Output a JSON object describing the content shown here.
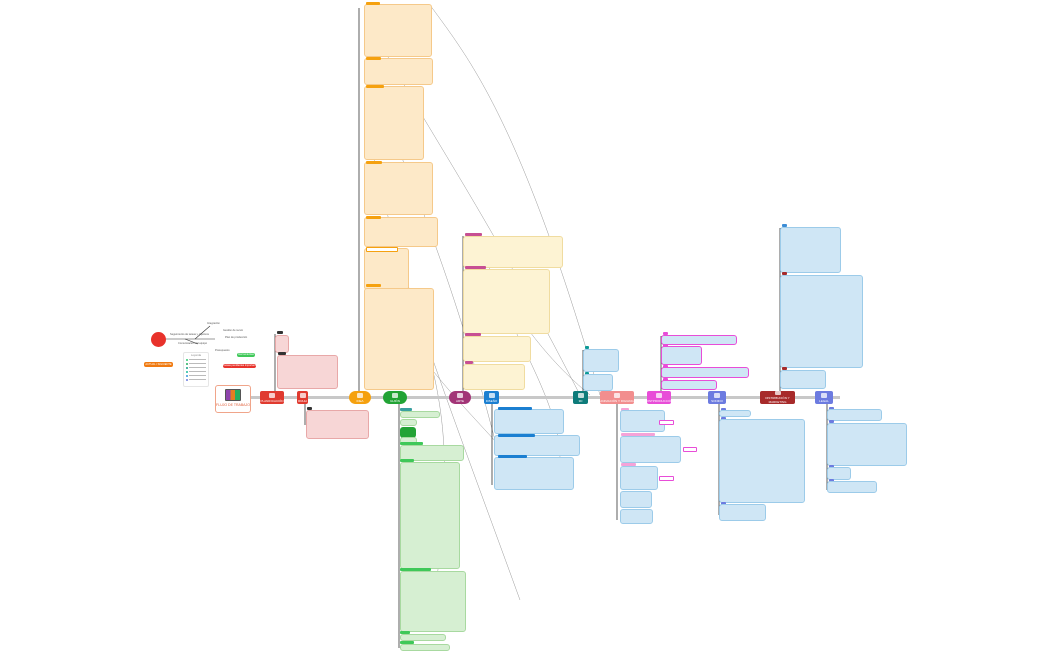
{
  "diagram": {
    "title": "FLUJO DE TRABAJO",
    "type": "mind-map",
    "root": {
      "label": "FLUJO DE TRABAJO",
      "icon": "laptop-icon"
    },
    "main_nodes": [
      {
        "label": "PLANIFICACIÓN",
        "color": "#e03a2f",
        "icon": "laptop-icon"
      },
      {
        "label": "RRHH",
        "color": "#e03a2f",
        "icon": "laptop-icon"
      },
      {
        "label": "IDEA",
        "color": "#f5a10f",
        "icon": "lightbulb-icon"
      },
      {
        "label": "GUIÓN",
        "color": "#22a335",
        "icon": "document-icon"
      },
      {
        "label": "ARTE",
        "color": "#a23577",
        "icon": "palette-icon"
      },
      {
        "label": "DISEÑO",
        "color": "#1b7fd1",
        "icon": "monitor-icon"
      },
      {
        "label": "3D",
        "color": "#0d7b7a",
        "icon": "globe-icon"
      },
      {
        "label": "ANIMACIÓN Y RIGGING",
        "color": "#f28e8e",
        "icon": "cursor-icon"
      },
      {
        "label": "POSTPRODUCCIÓN",
        "color": "#e84dd8",
        "icon": "gear-icon"
      },
      {
        "label": "SONIDO",
        "color": "#6c7be0",
        "icon": "speaker-icon"
      },
      {
        "label": "DISTRIBUCIÓN Y MARKETING",
        "color": "#a72a2a",
        "icon": "money-icon"
      },
      {
        "label": "LEGAL",
        "color": "#6c7be0",
        "icon": "scale-icon"
      }
    ],
    "side_labels": {
      "orange_badge": "ACTUAL / SIGUIENTE",
      "green_badge": "Herramientas",
      "red_badge": "Tareas pendientes importantes"
    },
    "legend": {
      "title": "Leyenda",
      "items": [
        "Programa",
        "Concepto",
        "Proceso",
        "Entregable",
        "Herramienta",
        "Referencia"
      ]
    },
    "legend_colors": [
      "#2ecc71",
      "#27ae60",
      "#16a085",
      "#1abc9c",
      "#3498db",
      "#6c7be0"
    ],
    "left_branch": {
      "items": [
        "Seguimiento de tareas y objetivos",
        "Comunicación del equipo",
        "Integración",
        "Gestión de recursos",
        "Plan de producción",
        "Presupuesto"
      ]
    }
  }
}
